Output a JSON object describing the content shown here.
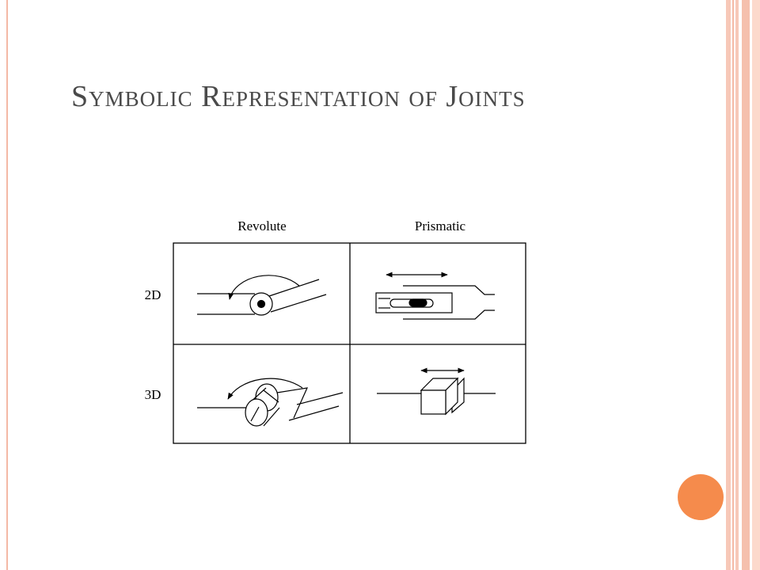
{
  "slide": {
    "title": "Symbolic Representation of Joints"
  },
  "diagram": {
    "column_headers": [
      "Revolute",
      "Prismatic"
    ],
    "row_headers": [
      "2D",
      "3D"
    ],
    "cells": [
      {
        "row": "2D",
        "column": "Revolute",
        "symbol": "revolute-2d"
      },
      {
        "row": "2D",
        "column": "Prismatic",
        "symbol": "prismatic-2d"
      },
      {
        "row": "3D",
        "column": "Revolute",
        "symbol": "revolute-3d"
      },
      {
        "row": "3D",
        "column": "Prismatic",
        "symbol": "prismatic-3d"
      }
    ]
  },
  "colors": {
    "accent": "#f58b4c",
    "border": "#f4b9a6",
    "title_text": "#4a4a4a",
    "line": "#000000"
  }
}
